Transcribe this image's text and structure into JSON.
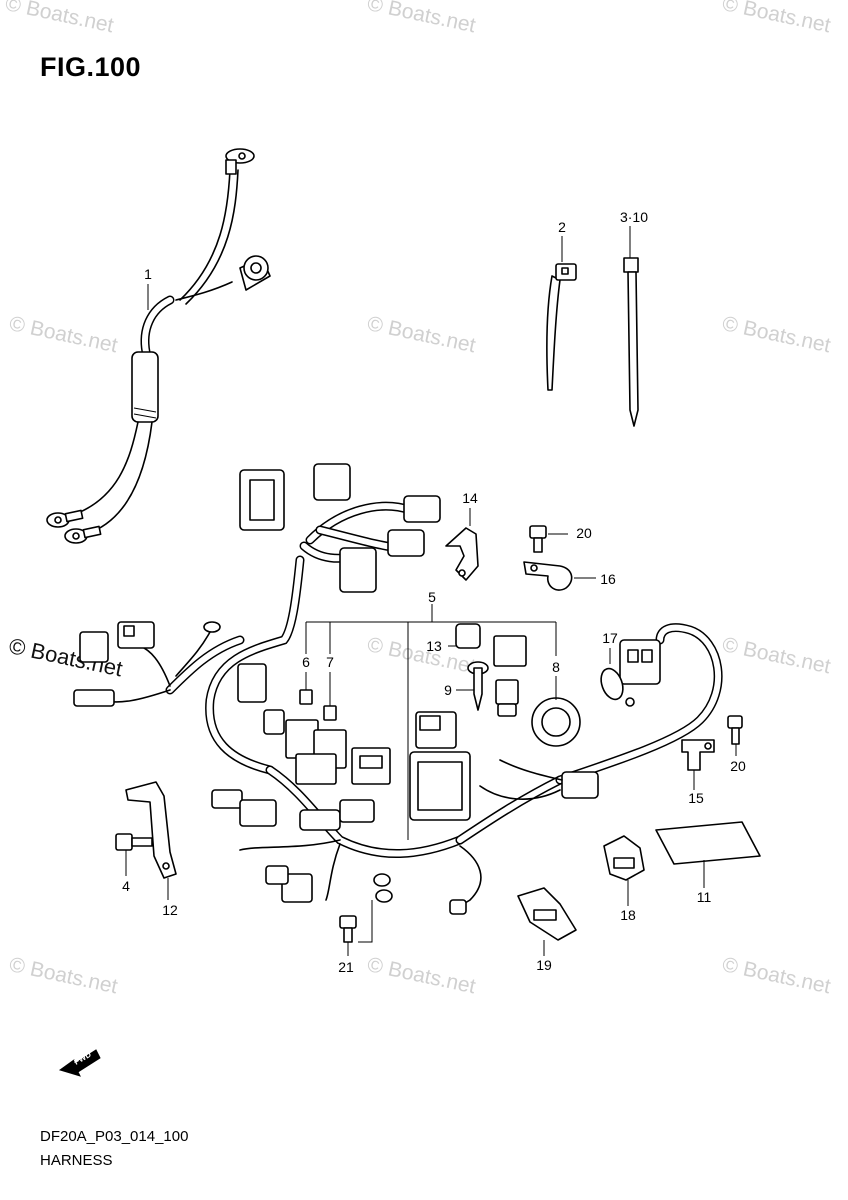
{
  "figure": {
    "title": "FIG.100",
    "code": "DF20A_P03_014_100",
    "name": "HARNESS"
  },
  "watermark": "© Boats.net",
  "fwd_label": "FWD",
  "callouts": [
    "1",
    "2",
    "3·10",
    "14",
    "20",
    "16",
    "5",
    "13",
    "9",
    "6",
    "7",
    "8",
    "17",
    "15",
    "20",
    "11",
    "4",
    "12",
    "21",
    "19",
    "18"
  ]
}
